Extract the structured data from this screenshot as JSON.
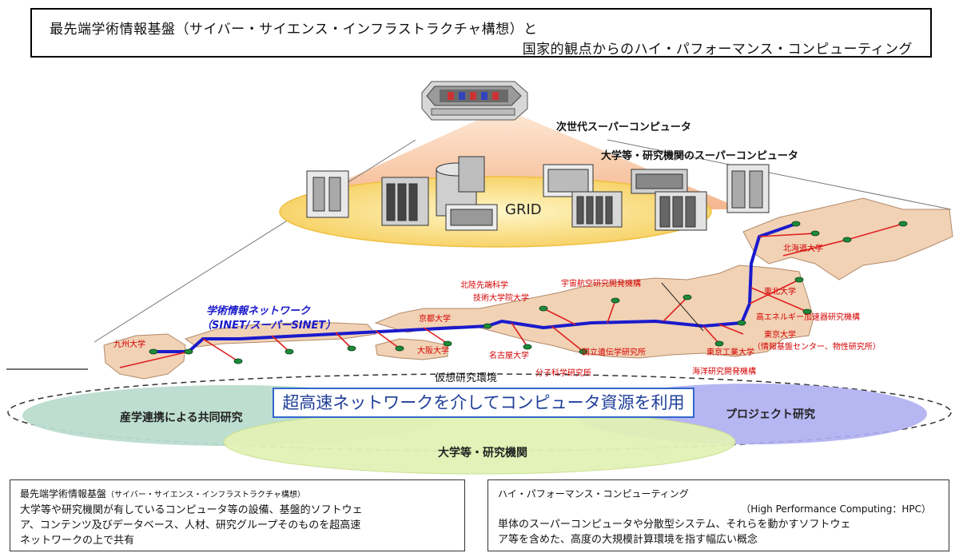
{
  "title": {
    "line1": "最先端学術情報基盤（サイバー・サイエンス・インフラストラクチャ構想）と",
    "line2": "国家的観点からのハイ・パフォーマンス・コンピューティング"
  },
  "labels": {
    "next_gen_supercomputer": "次世代スーパーコンピュータ",
    "university_supercomputers": "大学等・研究機関のスーパーコンピュータ",
    "grid": "GRID",
    "network_line1": "学術情報ネットワーク",
    "network_line2": "（SINET/スーパーSINET）",
    "virtual_research_env": "仮想研究環境"
  },
  "institutions": [
    "北海道大学",
    "東北大学",
    "高エネルギー加速器研究機構",
    "東京大学",
    "（情報基盤センター、物性研究所）",
    "宇宙航空研究開発機構",
    "北陸先端科学",
    "技術大学院大学",
    "京都大学",
    "九州大学",
    "大阪大学",
    "名古屋大学",
    "国立遺伝学研究所",
    "分子科学研究所",
    "東京工業大学",
    "海洋研究開発機構"
  ],
  "banner": "超高速ネットワークを介してコンピュータ資源を利用",
  "ellipses": {
    "left": "産学連携による共同研究",
    "right": "プロジェクト研究",
    "bottom": "大学等・研究機関"
  },
  "info_left": {
    "heading": "最先端学術情報基盤",
    "heading_small": "（サイバー・サイエンス・インフラストラクチャ構想）",
    "line1": "大学等や研究機関が有しているコンピュータ等の設備、基盤的ソフトウェ",
    "line2": "ア、コンテンツ及びデータベース、人材、研究グループそのものを超高速",
    "line3": "ネットワークの上で共有"
  },
  "info_right": {
    "heading": "ハイ・パフォーマンス・コンピューティング",
    "subheading": "（High Performance Computing：HPC）",
    "line1": "単体のスーパーコンピュータや分散型システム、それらを動かすソフトウェ",
    "line2": "ア等を含めた、高度の大規模計算環境を指す幅広い概念"
  },
  "colors": {
    "network": "#1a1acc",
    "branch": "#e02020",
    "institution_label": "#d40000",
    "land": "#f1d2b5",
    "grid_ellipse": "#fbe59a",
    "cone": "#f5b98c",
    "ellipse_left": "#b9dccd",
    "ellipse_right": "#aeaef2",
    "ellipse_bottom": "#e2f2b5"
  }
}
